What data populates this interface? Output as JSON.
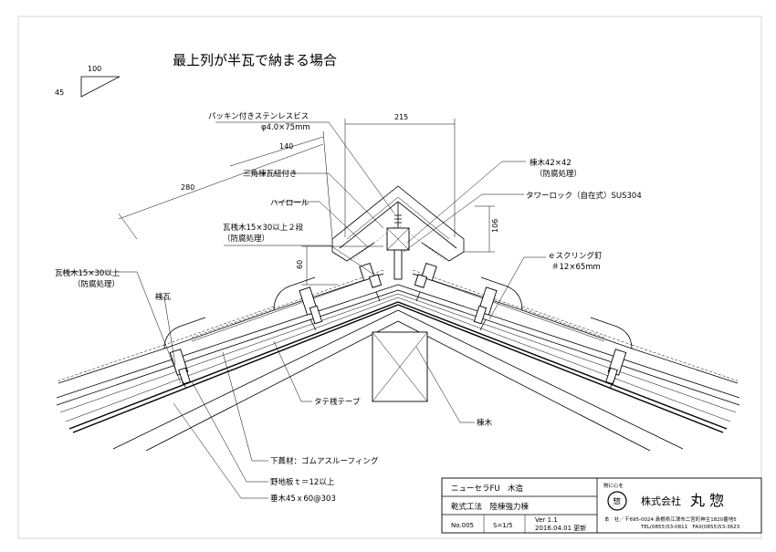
{
  "title": "最上列が半瓦で納まる場合",
  "slope": {
    "run": "100",
    "rise": "45"
  },
  "dims": {
    "d215": "215",
    "d140": "140",
    "d280": "280",
    "d106": "106",
    "d60": "60"
  },
  "labels": {
    "screw_line1": "パッキン付きステンレスビス",
    "screw_line2": "φ4.0×75mm",
    "sankaku": "三角棟瓦紐付き",
    "hairoll": "ハイロール",
    "batten_line1": "瓦桟木15×30以上２段",
    "batten_line2": "（防腐処理）",
    "left_batten_line1": "瓦桟木15×30以上",
    "left_batten_line2": "（防腐処理）",
    "sangawara": "桟瓦",
    "munagi_line1": "棟木42×42",
    "munagi_line2": "（防腐処理）",
    "towerlock": "タワーロック（自在式）SUS304",
    "ring_line1": "ｅスクリング釘",
    "ring_line2": "＃12×65mm",
    "tatesan": "タテ桟テープ",
    "ridge_beam": "棟木",
    "underlay": "下葺材：ゴムアスルーフィング",
    "sheathing": "野地板ｔ＝12以上",
    "rafter": "垂木45ｘ60@303"
  },
  "titleblock": {
    "product": "ニューセラFU　木造",
    "method": "乾式工法　陸棟強力棟",
    "no": "No.005",
    "scale": "S=1/5",
    "version": "Ver 1.1",
    "date": "2016.04.01 更新",
    "slogan": "物に心を",
    "company_prefix": "株式会社",
    "company_name": "丸 惣",
    "logo_char": "惣",
    "address": "本　社／〒695-0024 島根県江津市二宮町神主1820番地5",
    "phone": "TEL(0855)53-0811　FAX(0855)53-3623"
  }
}
